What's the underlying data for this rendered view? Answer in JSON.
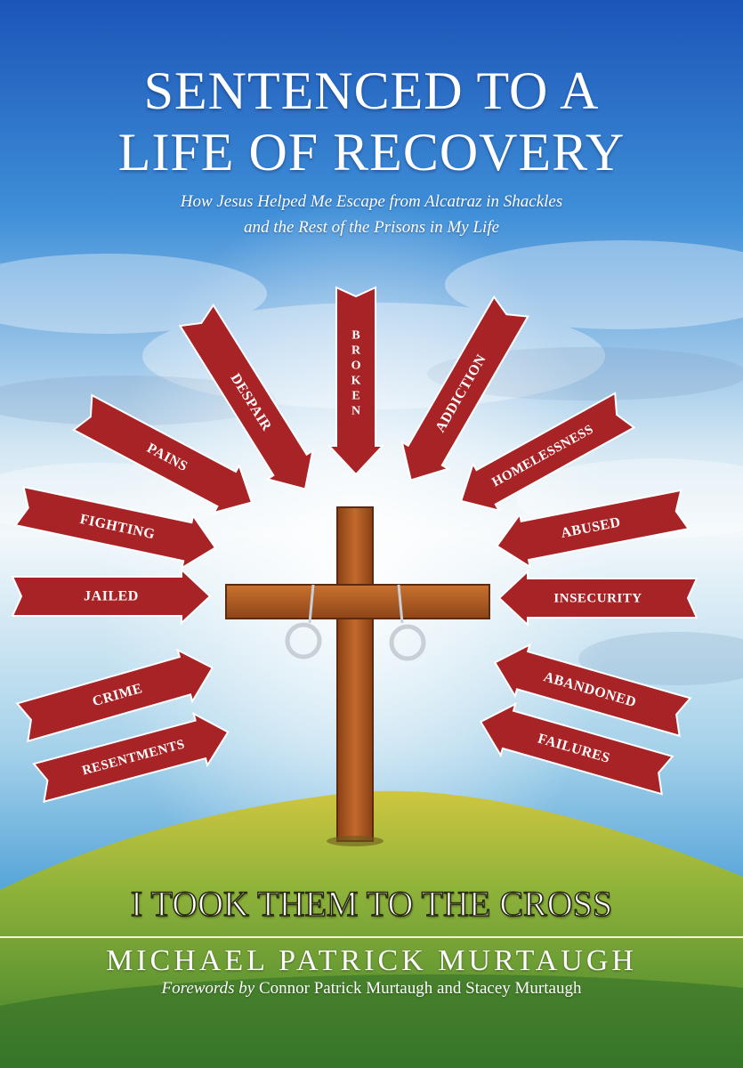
{
  "cover": {
    "title_line1": "SENTENCED TO A",
    "title_line2": "LIFE OF RECOVERY",
    "subtitle_line1": "How Jesus Helped Me Escape from Alcatraz in Shackles",
    "subtitle_line2": "and the Rest of the Prisons in My Life",
    "tagline": "I TOOK THEM TO THE CROSS",
    "author": "MICHAEL PATRICK MURTAUGH",
    "forewords_prefix": "Forewords by",
    "forewords_names": "Connor Patrick Murtaugh and Stacey Murtaugh"
  },
  "arrows": [
    "BROKEN",
    "DESPAIR",
    "ADDICTION",
    "PAINS",
    "HOMELESSNESS",
    "FIGHTING",
    "ABUSED",
    "JAILED",
    "INSECURITY",
    "CRIME",
    "ABANDONED",
    "RESENTMENTS",
    "FAILURES"
  ],
  "colors": {
    "sky_top": "#1f63c2",
    "sky_horizon": "#eaf4fa",
    "sky_bottom": "#57a6d6",
    "arrow_fill": "#a82326",
    "cross_wood": "#b25a22",
    "hill_green": "#7fa92f",
    "hill_yellow": "#d7cf3a",
    "text": "#ffffff"
  },
  "icons": [
    "cross-icon",
    "handcuffs-icon",
    "arrow-icon"
  ]
}
